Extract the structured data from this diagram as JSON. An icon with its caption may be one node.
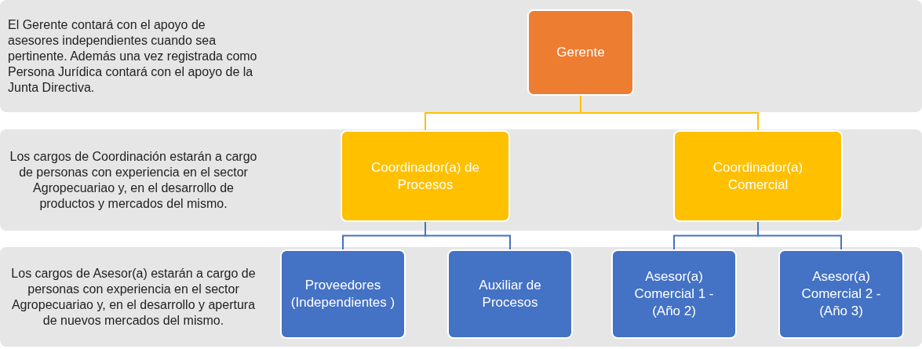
{
  "diagram": {
    "nodes": [
      {
        "text": [
          "El Gerente contará con el apoyo de asesores independientes cuando sea pertinente. Además una vez registrada como Persona Jurídica contará con el apoyo de la Junta Directiva."
        ]
      },
      {
        "text": [
          "Gerente"
        ],
        "in": 0
      },
      {
        "text": [
          "Los cargos de Coordinación estarán a cargo de personas con experiencia en el sector Agropecuariao y, en el desarrollo de productos y mercados del mismo."
        ]
      },
      {
        "text": [
          "Coordinador(a) de Procesos"
        ],
        "in": 2
      },
      {
        "text": [
          "Coordinador(a) Comercial"
        ],
        "in": 2
      },
      {
        "text": [
          "Los cargos de Asesor(a) estarán a cargo de personas con experiencia en el sector Agropecuariao y, en el desarrollo y apertura de nuevos mercados del mismo."
        ]
      },
      {
        "text": [
          "Proveedores (Independientes )"
        ],
        "in": 5
      },
      {
        "text": [
          "Auxiliar de Procesos"
        ],
        "in": 5
      },
      {
        "text": [
          "Asesor(a) Comercial 1 - (Año 2)"
        ],
        "in": 5
      },
      {
        "text": [
          "Asesor(a) Comercial 2 - (Año 3)"
        ],
        "in": 5
      }
    ],
    "edges": [
      {
        "from": 1,
        "to": 3,
        "arrow": "none",
        "color": "#ffc000"
      },
      {
        "from": 1,
        "to": 4,
        "arrow": "none",
        "color": "#ffc000"
      },
      {
        "from": 3,
        "to": 6,
        "arrow": "none"
      },
      {
        "from": 3,
        "to": 7,
        "arrow": "none"
      },
      {
        "from": 4,
        "to": 8,
        "arrow": "none"
      },
      {
        "from": 4,
        "to": 9,
        "arrow": "none"
      }
    ]
  }
}
